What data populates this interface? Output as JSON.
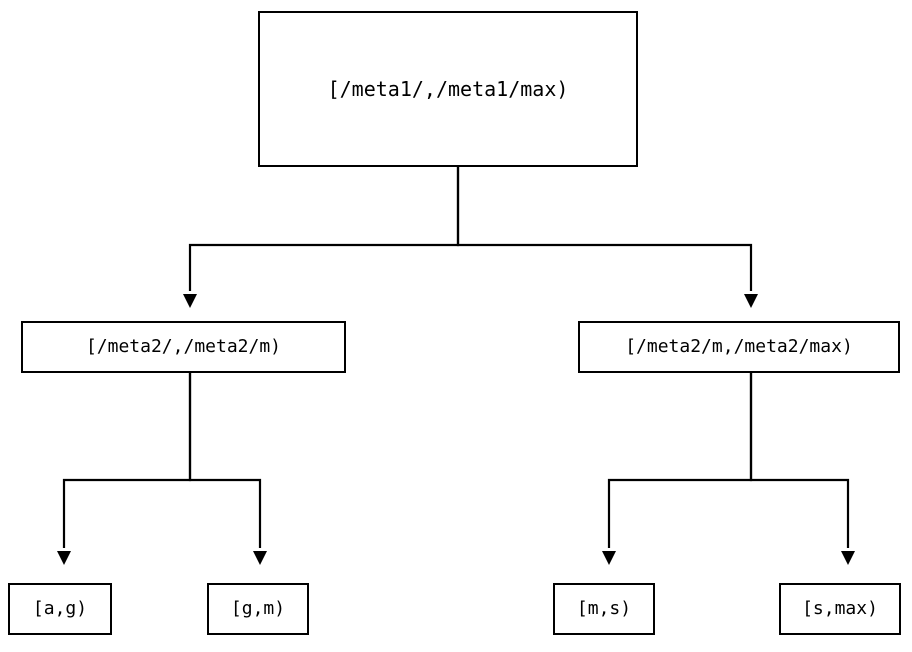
{
  "diagram": {
    "type": "tree",
    "title": "",
    "background_color": "#ffffff",
    "line_color": "#000000",
    "text_color": "#000000",
    "nodes": {
      "root": {
        "label": "[/meta1/,/meta1/max)"
      },
      "meta2_low": {
        "label": "[/meta2/,/meta2/m)"
      },
      "meta2_high": {
        "label": "[/meta2/m,/meta2/max)"
      },
      "leaf_ag": {
        "label": "[a,g)"
      },
      "leaf_gm": {
        "label": "[g,m)"
      },
      "leaf_ms": {
        "label": "[m,s)"
      },
      "leaf_smax": {
        "label": "[s,max)"
      }
    },
    "edges": [
      {
        "from": "root",
        "to": "meta2_low",
        "arrow": "down-triangle"
      },
      {
        "from": "root",
        "to": "meta2_high",
        "arrow": "down-triangle"
      },
      {
        "from": "meta2_low",
        "to": "leaf_ag",
        "arrow": "down-triangle"
      },
      {
        "from": "meta2_low",
        "to": "leaf_gm",
        "arrow": "down-triangle"
      },
      {
        "from": "meta2_high",
        "to": "leaf_ms",
        "arrow": "down-triangle"
      },
      {
        "from": "meta2_high",
        "to": "leaf_smax",
        "arrow": "down-triangle"
      }
    ]
  }
}
